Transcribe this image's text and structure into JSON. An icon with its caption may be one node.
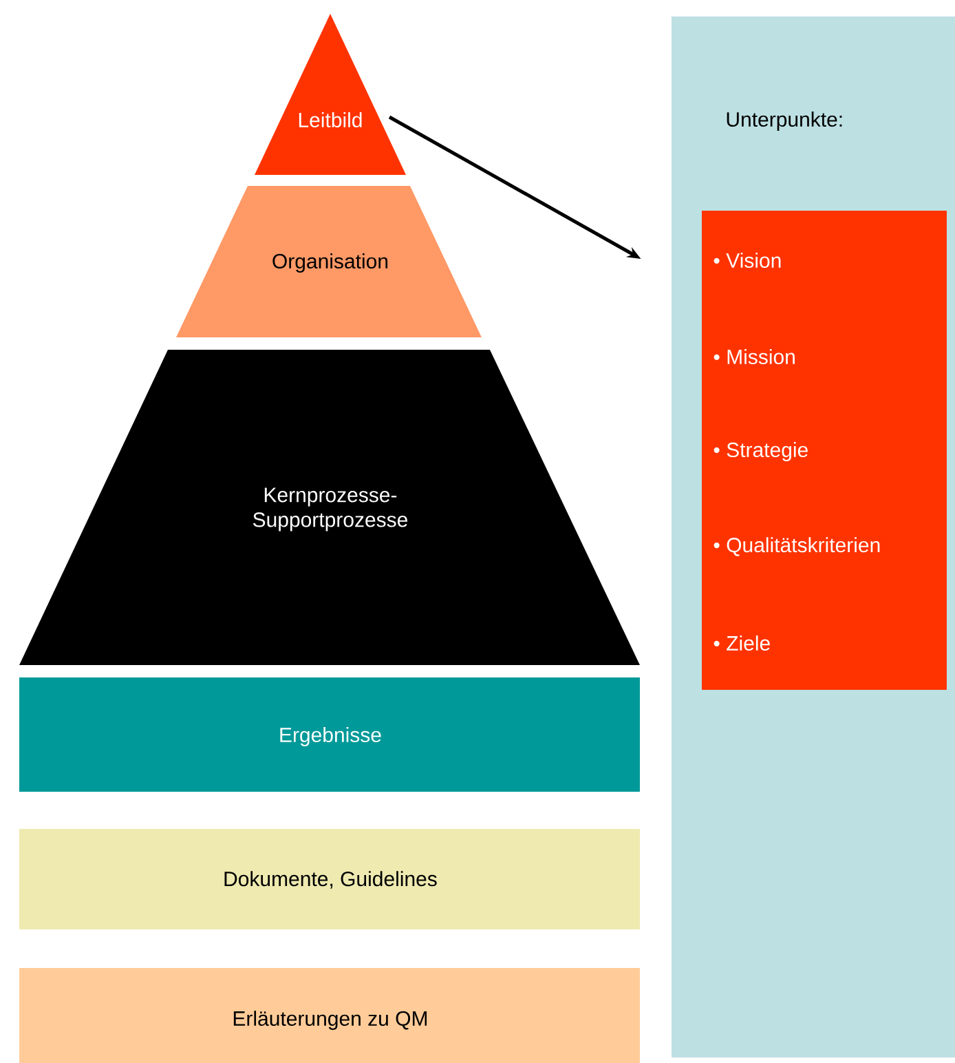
{
  "diagram": {
    "nodes": [
      {
        "text": [
          "Leitbild"
        ]
      },
      {
        "text": [
          "Organisation"
        ]
      },
      {
        "text": [
          "Kernprozesse-Supportprozesse"
        ]
      },
      {
        "text": [
          "Ergebnisse"
        ]
      },
      {
        "text": [
          "Dokumente, Guidelines"
        ]
      },
      {
        "text": [
          "Erläuterungen zu QM"
        ]
      },
      {
        "text": [
          "Unterpunkte:"
        ]
      },
      {
        "text": [
          "• Vision",
          "• Mission",
          "• Strategie",
          "• Qualitätskriterien",
          "• Ziele"
        ],
        "in": 6
      }
    ],
    "edges": [
      {
        "from": 0,
        "to": 6,
        "arrow": "to"
      }
    ]
  }
}
